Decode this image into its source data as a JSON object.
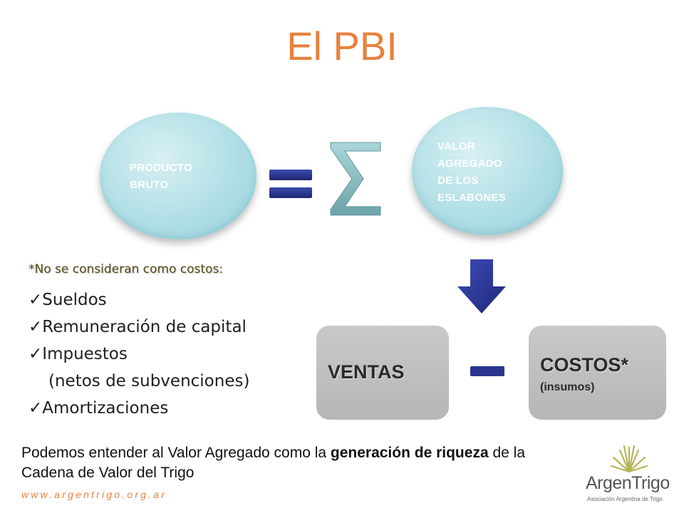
{
  "title": "El PBI",
  "nodes": {
    "producto_bruto": "PRODUCTO\nBRUTO",
    "valor_agregado": "VALOR\nAGREGADO\nDE LOS\nESLABONES",
    "ventas": "VENTAS",
    "costos": "COSTOS*",
    "insumos": "(insumos)"
  },
  "symbols": {
    "equals": "=",
    "sigma": "∑",
    "minus": "−"
  },
  "colors": {
    "title": "#e8813d",
    "circle": "#b7e2e8",
    "box": "#c0c0c0",
    "arrow": "#2a3590",
    "symbol": "#2a3590",
    "sigma": "#7fb8bc"
  },
  "note": {
    "heading": "*No se consideran como costos:",
    "items": [
      "Sueldos",
      "Remuneración de capital",
      "Impuestos",
      "(netos de subvenciones)",
      "Amortizaciones"
    ]
  },
  "bottom": {
    "part1": "Podemos entender al Valor Agregado como la ",
    "bold1": "generación de riqueza",
    "part2": " de la Cadena de Valor del Trigo"
  },
  "footer": {
    "url": "www.argentrigo.org.ar",
    "logo_name": "ArgenTrigo",
    "logo_sub": "Asociación Argentina de Trigo"
  }
}
